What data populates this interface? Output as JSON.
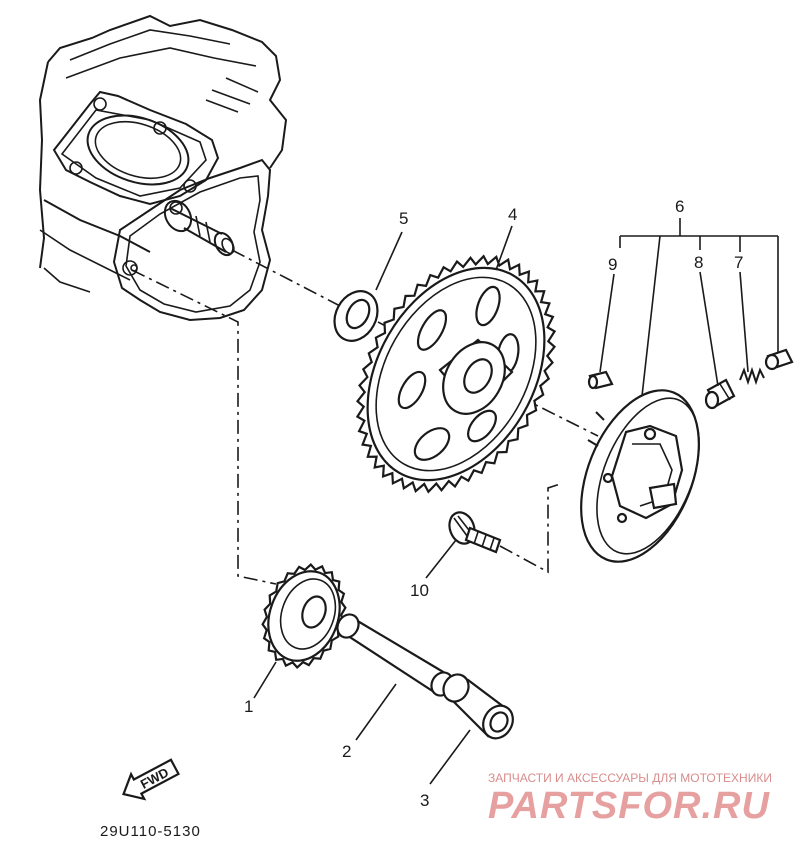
{
  "callouts": {
    "p1": "1",
    "p2": "2",
    "p3": "3",
    "p4": "4",
    "p5": "5",
    "p6": "6",
    "p7": "7",
    "p8": "8",
    "p9": "9",
    "p10": "10"
  },
  "fwd_label": "FWD",
  "diagram_code": "29U110-5130",
  "watermark": {
    "tagline": "ЗАПЧАСТИ И АКСЕССУАРЫ ДЛЯ МОТОТЕХНИКИ",
    "logo": "PARTSFOR.RU"
  }
}
